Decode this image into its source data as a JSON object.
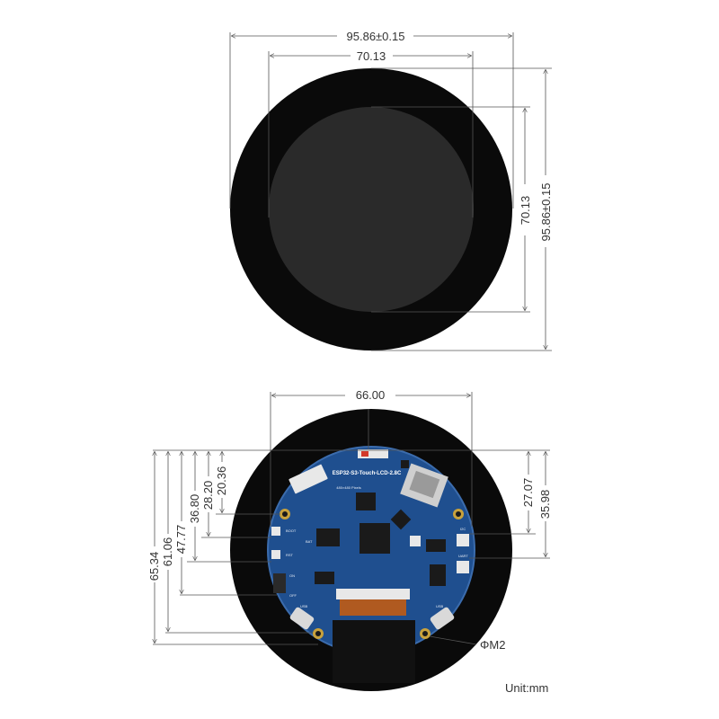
{
  "top_view": {
    "dims": {
      "outer_width": "95.86±0.15",
      "inner_width": "70.13",
      "inner_height": "70.13",
      "outer_height": "95.86±0.15"
    }
  },
  "bottom_view": {
    "dims": {
      "pcb_width": "66.00",
      "left": [
        "65.34",
        "61.06",
        "47.77",
        "36.80",
        "28.20",
        "20.36"
      ],
      "right": [
        "27.07",
        "35.98"
      ],
      "hole": "ΦM2"
    },
    "pcb": {
      "title": "ESP32-S3-Touch-LCD-2.8C",
      "subtitle": "480×480 Pixels",
      "labels": {
        "boot": "BOOT",
        "bat": "BAT",
        "rst": "RST",
        "on": "ON",
        "off": "OFF",
        "i2c": "I2C",
        "uart": "UART",
        "usb": "USB"
      }
    }
  },
  "unit_label": "Unit:mm",
  "colors": {
    "bezel": "#0a0a0a",
    "screen": "#2a2a2a",
    "pcb": "#1f4f8f",
    "chip": "#1a1a1a",
    "connector": "#e8e8e8",
    "gold": "#c9a23c"
  }
}
